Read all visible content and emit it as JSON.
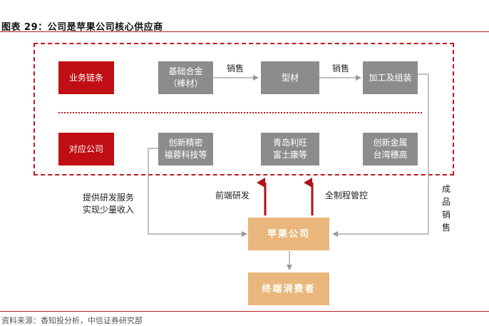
{
  "title": "图表 29：公司是苹果公司核心供应商",
  "rows": {
    "chain_label": "业务链条",
    "company_label": "对应公司"
  },
  "chain": {
    "step1": "基础合金\n（棒材）",
    "step2": "型材",
    "step3": "加工及组装",
    "arrow1_label": "销售",
    "arrow2_label": "销售"
  },
  "companies": {
    "c1": "创新精密\n福蓉科技等",
    "c2": "青岛利旺\n富士康等",
    "c3": "创新金属\n台湾穗高"
  },
  "apple": "苹果公司",
  "consumer": "终端消费者",
  "edges": {
    "left": "提供研发服务\n实现少量收入",
    "rd": "前端研发",
    "control": "全制程管控",
    "sales": "成品销售"
  },
  "footer": "资料来源：香知投分析，中信证券研究部",
  "colors": {
    "accent_red": "#c00f14",
    "box_gray": "#8c8c8c",
    "box_tan": "#e9b77b"
  }
}
